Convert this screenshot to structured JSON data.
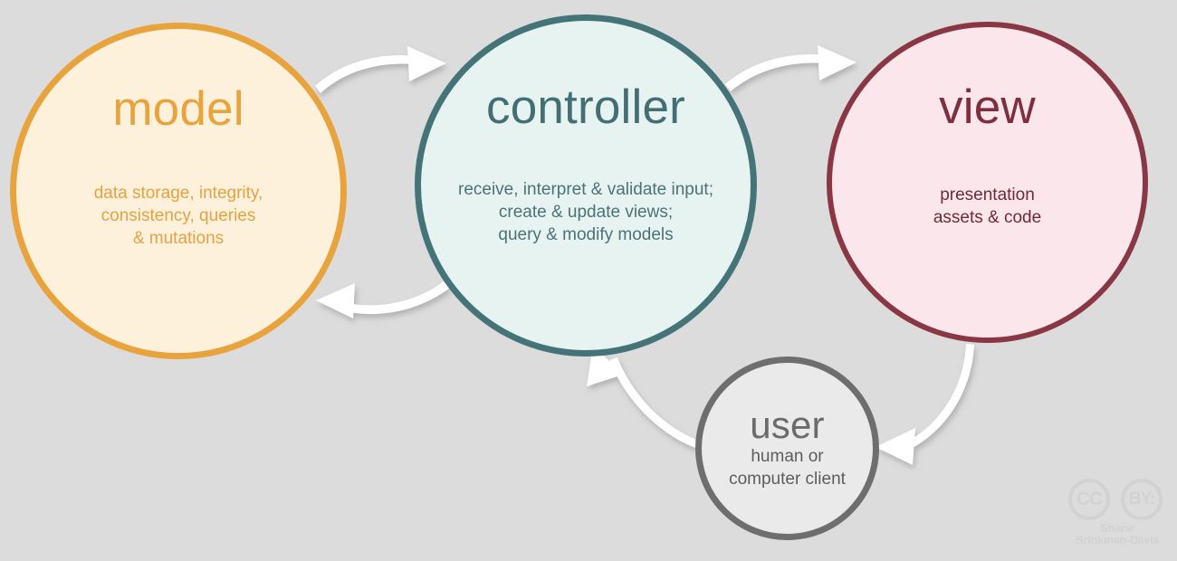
{
  "background_color": "#dcdcdc",
  "diagram": {
    "type": "mvc-cycle-diagram",
    "nodes": [
      {
        "id": "model",
        "title": "model",
        "body": "data storage, integrity,\nconsistency, queries\n& mutations",
        "border_color": "#e8a33d",
        "fill_color": "#fdf1dc",
        "text_color": "#e8a33d"
      },
      {
        "id": "controller",
        "title": "controller",
        "body": "receive, interpret & validate input;\ncreate & update views;\nquery & modify models",
        "border_color": "#447478",
        "fill_color": "#e7f3f1",
        "text_color": "#436f74"
      },
      {
        "id": "view",
        "title": "view",
        "body": "presentation\nassets & code",
        "border_color": "#8a3745",
        "fill_color": "#fbe7eb",
        "text_color": "#7d2f3d"
      },
      {
        "id": "user",
        "title": "user",
        "body": "human or\ncomputer client",
        "border_color": "#6e6e6e",
        "fill_color": "#eaeaea",
        "text_color": "#6b6b6b"
      }
    ],
    "arrows": [
      {
        "id": "model-to-controller",
        "from": "model",
        "to": "controller",
        "color": "#ffffff"
      },
      {
        "id": "controller-to-model",
        "from": "controller",
        "to": "model",
        "color": "#ffffff"
      },
      {
        "id": "controller-to-view",
        "from": "controller",
        "to": "view",
        "color": "#ffffff"
      },
      {
        "id": "view-to-user",
        "from": "view",
        "to": "user",
        "color": "#ffffff"
      },
      {
        "id": "user-to-controller",
        "from": "user",
        "to": "controller",
        "color": "#ffffff"
      }
    ]
  },
  "license": {
    "cc_label": "CC",
    "by_label": "BY:",
    "credit_line1": "Shane",
    "credit_line2": "Brinkman-Davis",
    "color": "#d2d2d2"
  }
}
